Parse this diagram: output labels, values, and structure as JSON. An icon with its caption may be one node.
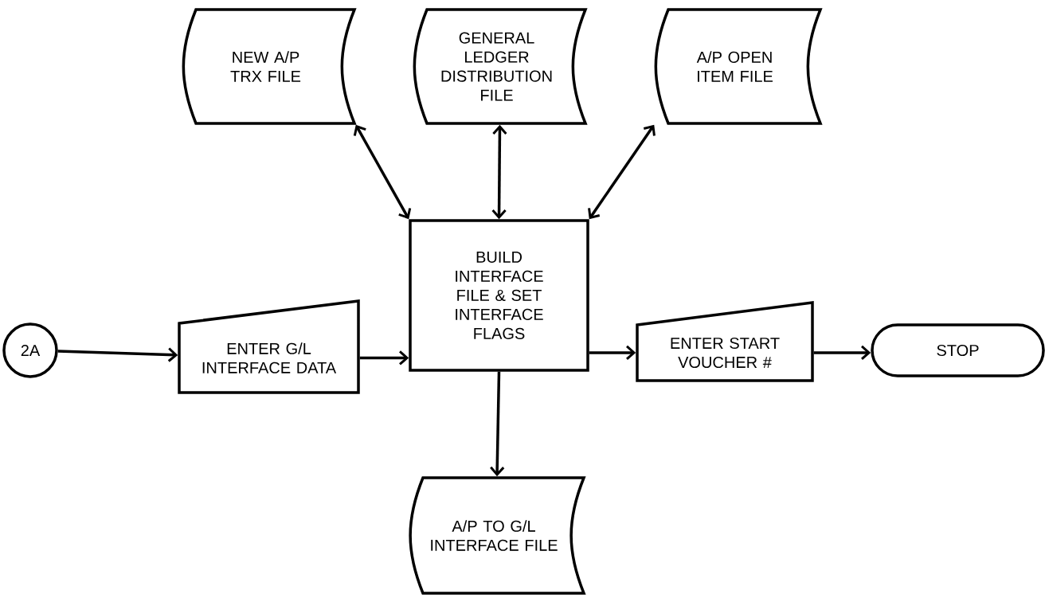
{
  "diagram": {
    "nodes": [
      {
        "text": [
          "2A"
        ]
      },
      {
        "text": [
          "ENTER G/L INTERFACE DATA"
        ]
      },
      {
        "text": [
          "BUILD INTERFACE FILE & SET INTERFACE FLAGS"
        ]
      },
      {
        "text": [
          "ENTER START VOUCHER #"
        ]
      },
      {
        "text": [
          "STOP"
        ]
      },
      {
        "text": [
          "NEW A/P TRX FILE"
        ]
      },
      {
        "text": [
          "GENERAL LEDGER DISTRIBUTION FILE"
        ]
      },
      {
        "text": [
          "A/P OPEN ITEM FILE"
        ]
      },
      {
        "text": [
          "A/P TO G/L INTERFACE FILE"
        ]
      }
    ],
    "edges": [
      {
        "from": 0,
        "to": 1,
        "arrow": "to"
      },
      {
        "from": 1,
        "to": 2,
        "arrow": "to"
      },
      {
        "from": 2,
        "to": 3,
        "arrow": "to"
      },
      {
        "from": 3,
        "to": 4,
        "arrow": "to"
      },
      {
        "from": 2,
        "to": 5,
        "arrow": "both"
      },
      {
        "from": 2,
        "to": 6,
        "arrow": "both"
      },
      {
        "from": 2,
        "to": 7,
        "arrow": "both"
      },
      {
        "from": 2,
        "to": 8,
        "arrow": "to"
      }
    ]
  }
}
